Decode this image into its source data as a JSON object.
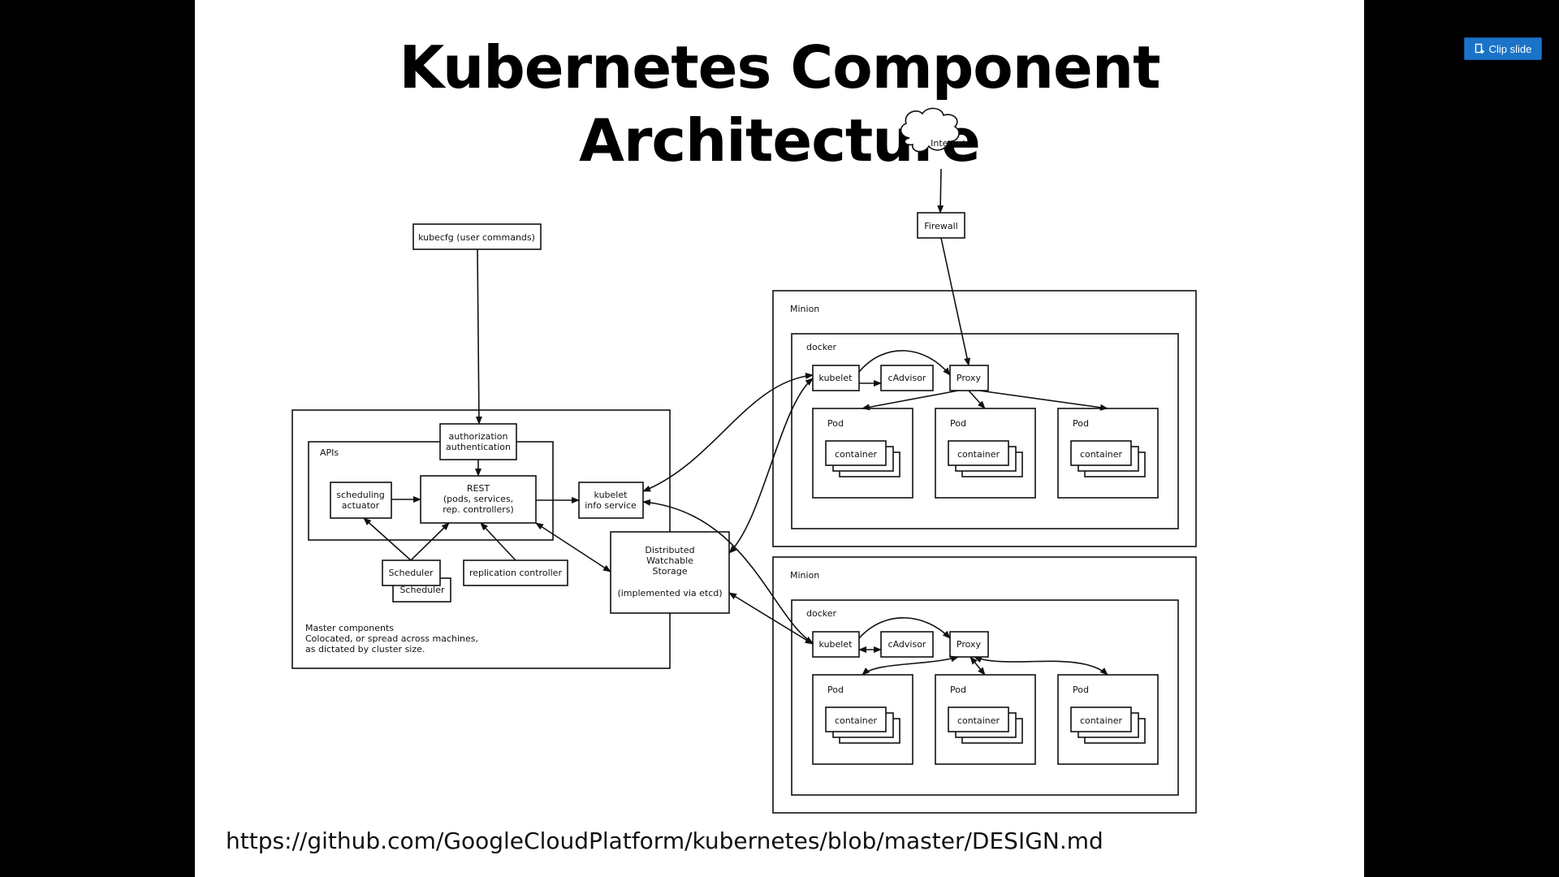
{
  "slide": {
    "title": "Kubernetes Component Architecture",
    "url": "https://github.com/GoogleCloudPlatform/kubernetes/blob/master/DESIGN.md"
  },
  "toolbar": {
    "clip_label": "Clip slide",
    "clip_icon": "clip-icon"
  },
  "colors": {
    "background": "#000000",
    "slide": "#ffffff",
    "button": "#1a73c8"
  },
  "diagram": {
    "internet": "Internet",
    "firewall": "Firewall",
    "kubecfg": "kubecfg (user commands)",
    "auth_line1": "authorization",
    "auth_line2": "authentication",
    "apis": "APIs",
    "scheduling_line1": "scheduling",
    "scheduling_line2": "actuator",
    "rest_line1": "REST",
    "rest_line2": "(pods, services,",
    "rest_line3": "rep. controllers)",
    "kubelet_info_line1": "kubelet",
    "kubelet_info_line2": "info service",
    "scheduler": "Scheduler",
    "replication_controller": "replication controller",
    "storage_line1": "Distributed",
    "storage_line2": "Watchable",
    "storage_line3": "Storage",
    "storage_line4": "(implemented via etcd)",
    "master_line1": "Master components",
    "master_line2": "Colocated, or spread across machines,",
    "master_line3": "as dictated by cluster size.",
    "minions": [
      {
        "label": "Minion",
        "docker": "docker",
        "kubelet": "kubelet",
        "cadvisor": "cAdvisor",
        "proxy": "Proxy",
        "pods": [
          {
            "label": "Pod",
            "container": "container"
          },
          {
            "label": "Pod",
            "container": "container"
          },
          {
            "label": "Pod",
            "container": "container"
          }
        ]
      },
      {
        "label": "Minion",
        "docker": "docker",
        "kubelet": "kubelet",
        "cadvisor": "cAdvisor",
        "proxy": "Proxy",
        "pods": [
          {
            "label": "Pod",
            "container": "container"
          },
          {
            "label": "Pod",
            "container": "container"
          },
          {
            "label": "Pod",
            "container": "container"
          }
        ]
      }
    ]
  }
}
